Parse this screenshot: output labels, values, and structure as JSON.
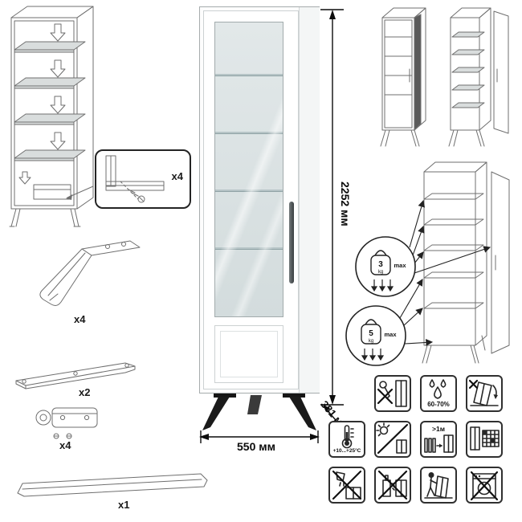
{
  "annotations": {
    "height": "2252 мм",
    "width": "550 мм",
    "depth": "381 мм"
  },
  "parts": {
    "fitting_callout": "x4",
    "legs": "x4",
    "stretcher": "x2",
    "hinges": "x4",
    "handle": "x1"
  },
  "load_limits": {
    "glass_shelf": {
      "weight": "3",
      "unit": "kg",
      "max_label": "max"
    },
    "bottom_shelf": {
      "weight": "5",
      "unit": "kg",
      "max_label": "max"
    }
  },
  "care": {
    "humidity": "60-70%",
    "temperature": "+10...+25°С",
    "min_distance": ">1м"
  },
  "icons": {
    "care_grid": [
      "no-tools-icon",
      "humidity-icon",
      "no-tipping-icon",
      "temperature-icon",
      "no-sunlight-icon",
      "heat-distance-icon",
      "assembly-grid-icon",
      "no-liquids-icon",
      "no-chemicals-icon",
      "moving-warning-icon",
      "no-washing-icon"
    ]
  }
}
